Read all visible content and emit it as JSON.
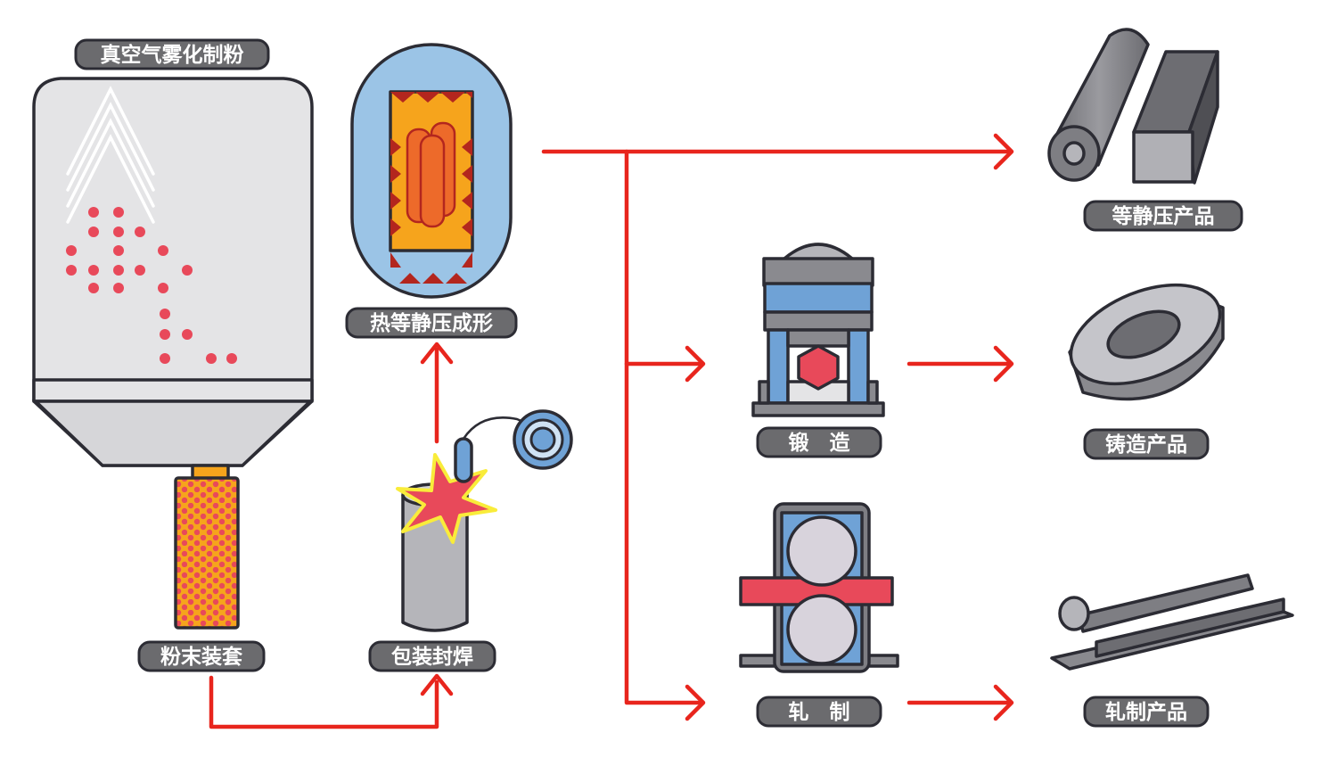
{
  "labels": {
    "atomization": "真空气雾化制粉",
    "hip_forming": "热等静压成形",
    "powder_canning": "粉末装套",
    "can_welding": "包装封焊",
    "forging": "锻　造",
    "rolling": "轧　制",
    "hip_products": "等静压产品",
    "cast_products": "铸造产品",
    "rolled_products": "轧制产品"
  },
  "colors": {
    "flow_arrow": "#e8251d",
    "outline": "#2c2c34",
    "label_fill": "#6b6b6e",
    "powder_dot": "#e8495a",
    "vessel_blue": "#9bc4e6",
    "heat_orange": "#f6a41c",
    "metal_grey": "#b9b9be"
  },
  "icons": [
    "atomizer-tank-icon",
    "hip-vessel-icon",
    "powder-can-icon",
    "welding-torch-icon",
    "forging-press-icon",
    "rolling-mill-icon",
    "tube-bar-product-icon",
    "ring-product-icon",
    "rail-product-icon"
  ]
}
